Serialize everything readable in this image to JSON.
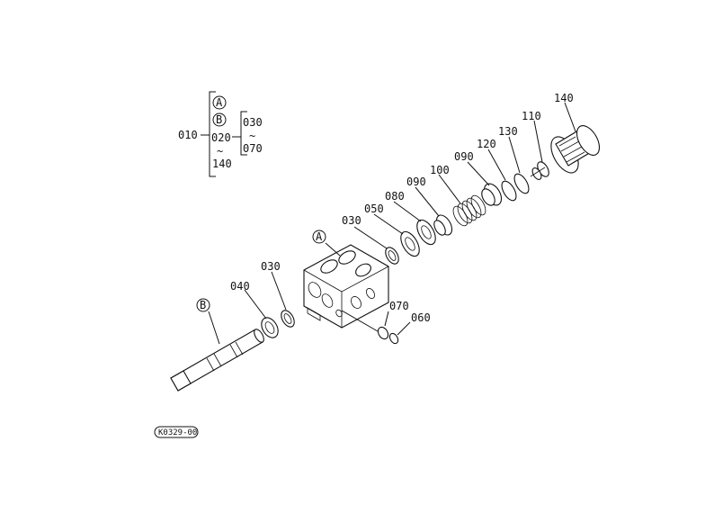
{
  "legend": {
    "root": "010",
    "letters": [
      "A",
      "B"
    ],
    "mid": "020",
    "range_sym": "~",
    "last": "140",
    "sub_from": "030",
    "sub_to": "070"
  },
  "callouts": {
    "c140": "140",
    "c110": "110",
    "c130": "130",
    "c120": "120",
    "c090a": "090",
    "c100": "100",
    "c090b": "090",
    "c080": "080",
    "c050": "050",
    "c030a": "030",
    "c030b": "030",
    "c040": "040",
    "c070": "070",
    "c060": "060",
    "A": "A",
    "B": "B"
  },
  "figure_id": "K0329-00"
}
